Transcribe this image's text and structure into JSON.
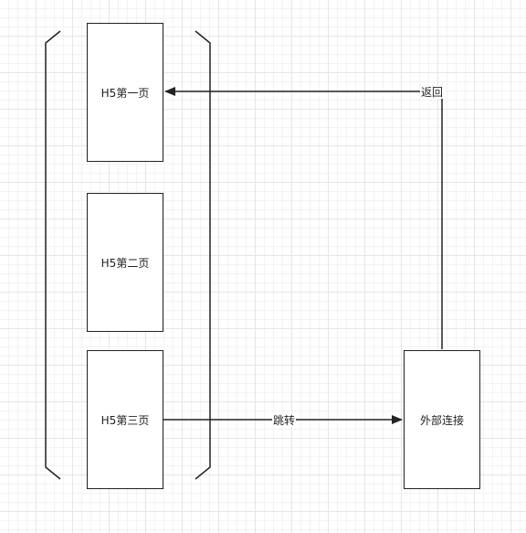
{
  "nodes": {
    "page1": "H5第一页",
    "page2": "H5第二页",
    "page3": "H5第三页",
    "external": "外部连接"
  },
  "edges": {
    "jump": "跳转",
    "back": "返回"
  },
  "colors": {
    "stroke": "#222222",
    "grid": "#e6e6e6"
  }
}
